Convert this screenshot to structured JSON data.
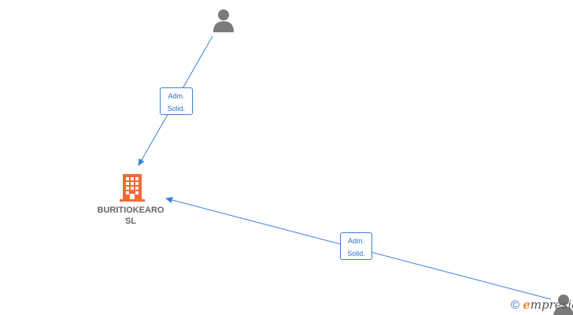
{
  "company": {
    "name_line1": "BURITIOKEARO",
    "name_line2": "SL",
    "color": "#f26a36"
  },
  "persons": [
    {
      "id": "person-top",
      "icon": "person-icon",
      "color": "#7a7a7a"
    },
    {
      "id": "person-bottom-right",
      "icon": "person-icon",
      "color": "#7a7a7a"
    }
  ],
  "relations": [
    {
      "from": "person-top",
      "to": "company",
      "label_line1": "Adm.",
      "label_line2": "Solid."
    },
    {
      "from": "person-bottom-right",
      "to": "company",
      "label_line1": "Adm.",
      "label_line2": "Solid."
    }
  ],
  "edge_color": "#3b7fd8",
  "watermark": {
    "symbol": "©",
    "brand_initial": "e",
    "brand_rest": "mpresia"
  }
}
